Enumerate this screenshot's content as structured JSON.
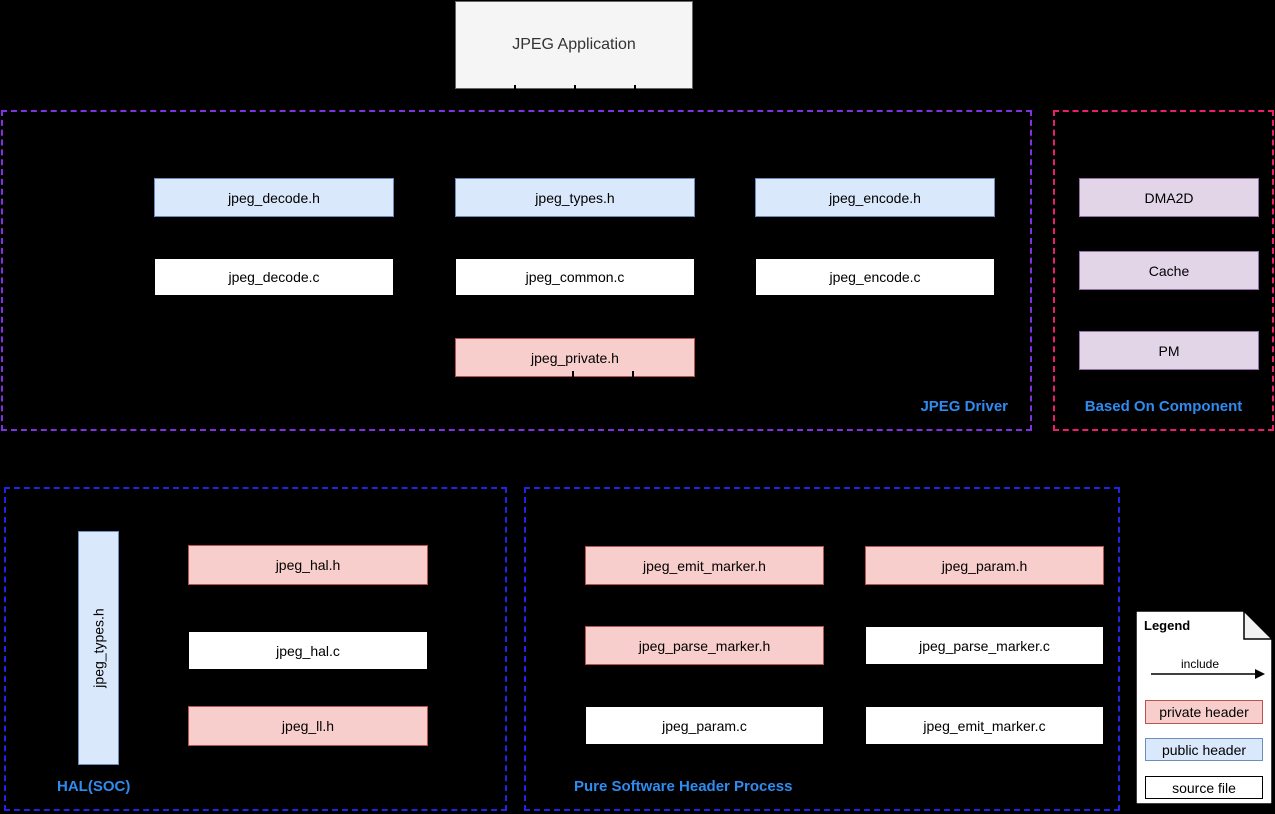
{
  "app": {
    "label": "JPEG Application"
  },
  "driver": {
    "label": "JPEG Driver",
    "public_headers": [
      "jpeg_decode.h",
      "jpeg_types.h",
      "jpeg_encode.h"
    ],
    "source_files": [
      "jpeg_decode.c",
      "jpeg_common.c",
      "jpeg_encode.c"
    ],
    "private_header": "jpeg_private.h"
  },
  "based_on": {
    "label": "Based On Component",
    "components": [
      "DMA2D",
      "Cache",
      "PM"
    ]
  },
  "hal": {
    "label": "HAL(SOC)",
    "vertical_header": "jpeg_types.h",
    "boxes": [
      "jpeg_hal.h",
      "jpeg_hal.c",
      "jpeg_ll.h"
    ]
  },
  "pure_sw": {
    "label": "Pure Software Header Process",
    "boxes": [
      "jpeg_emit_marker.h",
      "jpeg_param.h",
      "jpeg_parse_marker.h",
      "jpeg_parse_marker.c",
      "jpeg_param.c",
      "jpeg_emit_marker.c"
    ]
  },
  "legend": {
    "title": "Legend",
    "include_label": "include",
    "items": [
      {
        "label": "private header",
        "type": "private"
      },
      {
        "label": "public header",
        "type": "public"
      },
      {
        "label": "source file",
        "type": "source"
      }
    ]
  },
  "colors": {
    "background": "#000000",
    "public_header_fill": "#dae8fc",
    "public_header_border": "#6c8ebf",
    "private_header_fill": "#f8cecc",
    "private_header_border": "#b85450",
    "component_fill": "#e1d5e7",
    "component_border": "#9673a6",
    "app_box_fill": "#f5f5f5",
    "driver_container_border": "#8032e0",
    "based_on_container_border": "#eb1e6e",
    "bottom_container_border": "#2323e4",
    "container_label_text": "#2e8bf0",
    "legend_fold_fill": "#f2f2f2"
  }
}
